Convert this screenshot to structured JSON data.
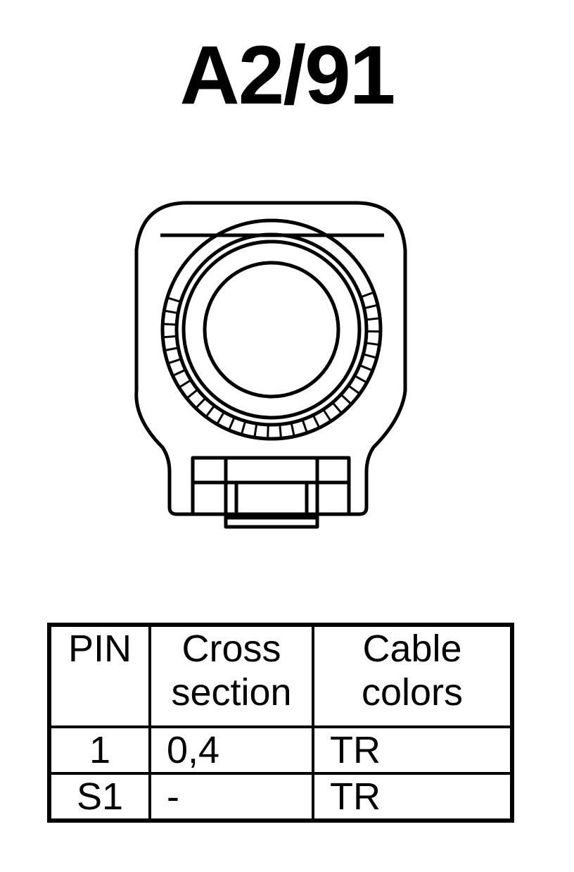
{
  "title": "A2/91",
  "table": {
    "headers": [
      "PIN",
      "Cross section",
      "Cable colors"
    ],
    "header_lines": [
      [
        "PIN"
      ],
      [
        "Cross",
        "section"
      ],
      [
        "Cable",
        "colors"
      ]
    ],
    "rows": [
      {
        "pin": "1",
        "cross_section": "0,4",
        "cable_color": "TR"
      },
      {
        "pin": "S1",
        "cross_section": "-",
        "cable_color": "TR"
      }
    ]
  }
}
